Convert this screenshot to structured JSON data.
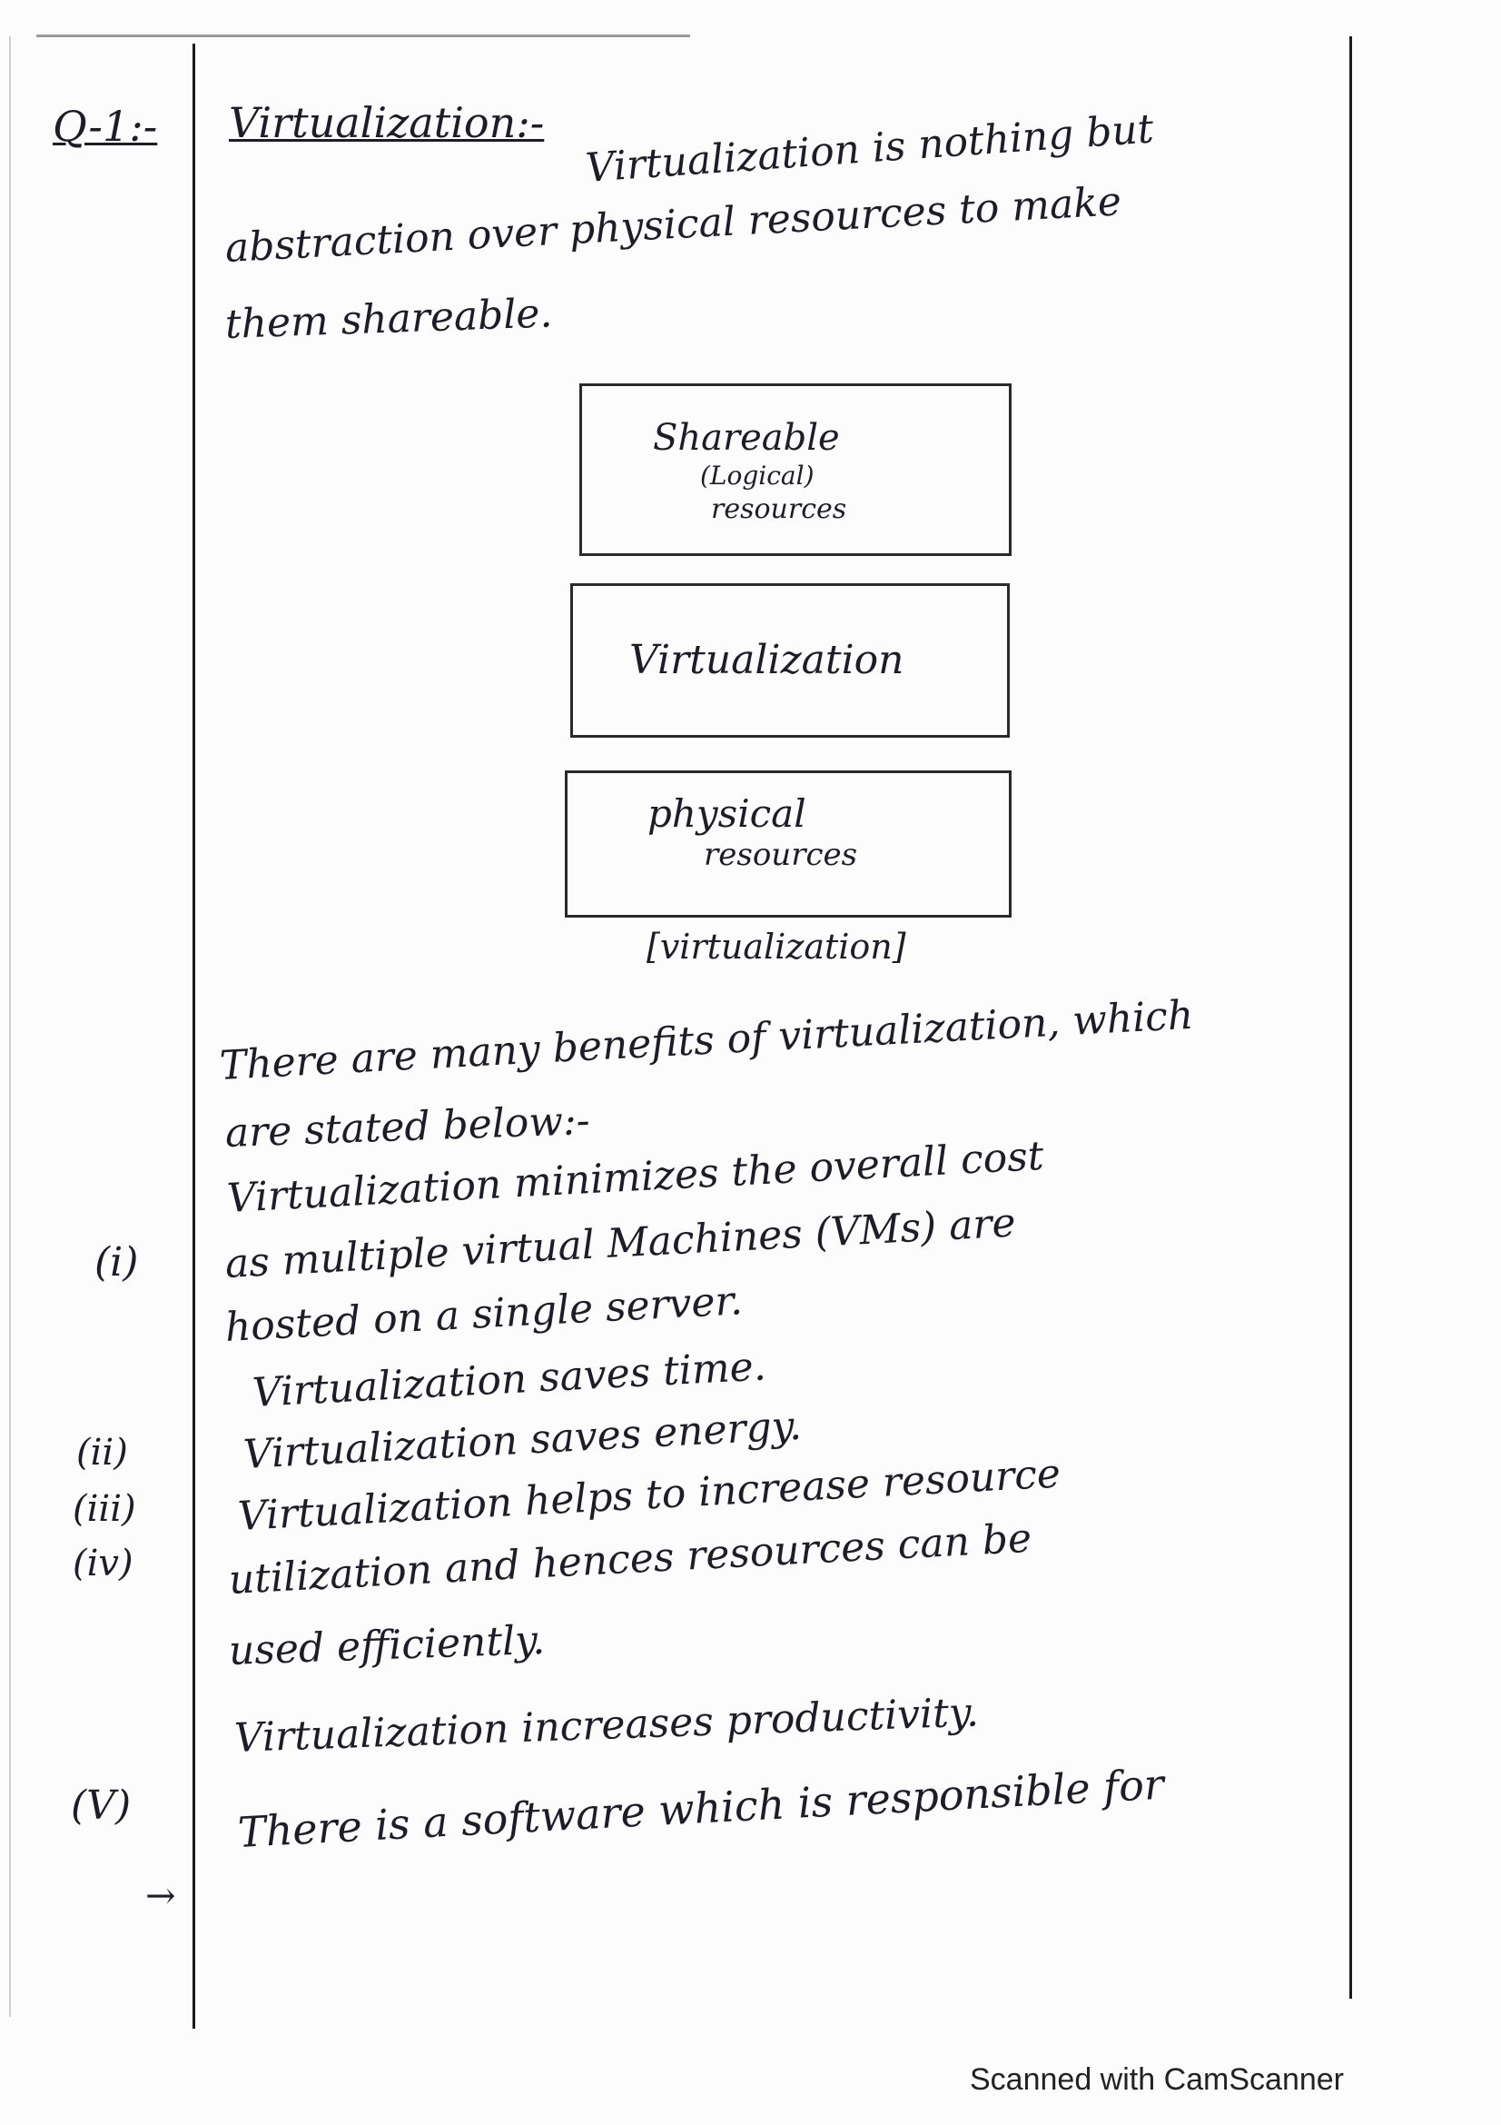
{
  "question_label": "Q-1:-",
  "heading": "Virtualization:-",
  "intro_lines": [
    "Virtualization is nothing but",
    "abstraction over physical resources to make",
    "them shareable."
  ],
  "diagram": {
    "top_box_lines": [
      "Shareable",
      "(Logical)",
      "resources"
    ],
    "middle_box": "Virtualization",
    "bottom_box_lines": [
      "physical",
      "resources"
    ],
    "caption": "[virtualization]"
  },
  "benefits_intro": [
    "There are many benefits of virtualization, which",
    "are stated below:-"
  ],
  "benefits": [
    {
      "marker": "(i)",
      "lines": [
        "Virtualization minimizes the overall cost",
        "as multiple virtual Machines (VMs) are",
        "hosted on a single server."
      ]
    },
    {
      "marker": "(ii)",
      "lines": [
        "Virtualization saves time."
      ]
    },
    {
      "marker": "(iii)",
      "lines": [
        "Virtualization saves energy."
      ]
    },
    {
      "marker": "(iv)",
      "lines": [
        "Virtualization helps to increase resource",
        "utilization and hences resources can be",
        "used efficiently."
      ]
    },
    {
      "marker": "(V)",
      "lines": [
        "Virtualization increases productivity."
      ]
    }
  ],
  "arrow_marker": "→",
  "closing_line": "There is a software which is responsible for",
  "footer": "Scanned with CamScanner"
}
